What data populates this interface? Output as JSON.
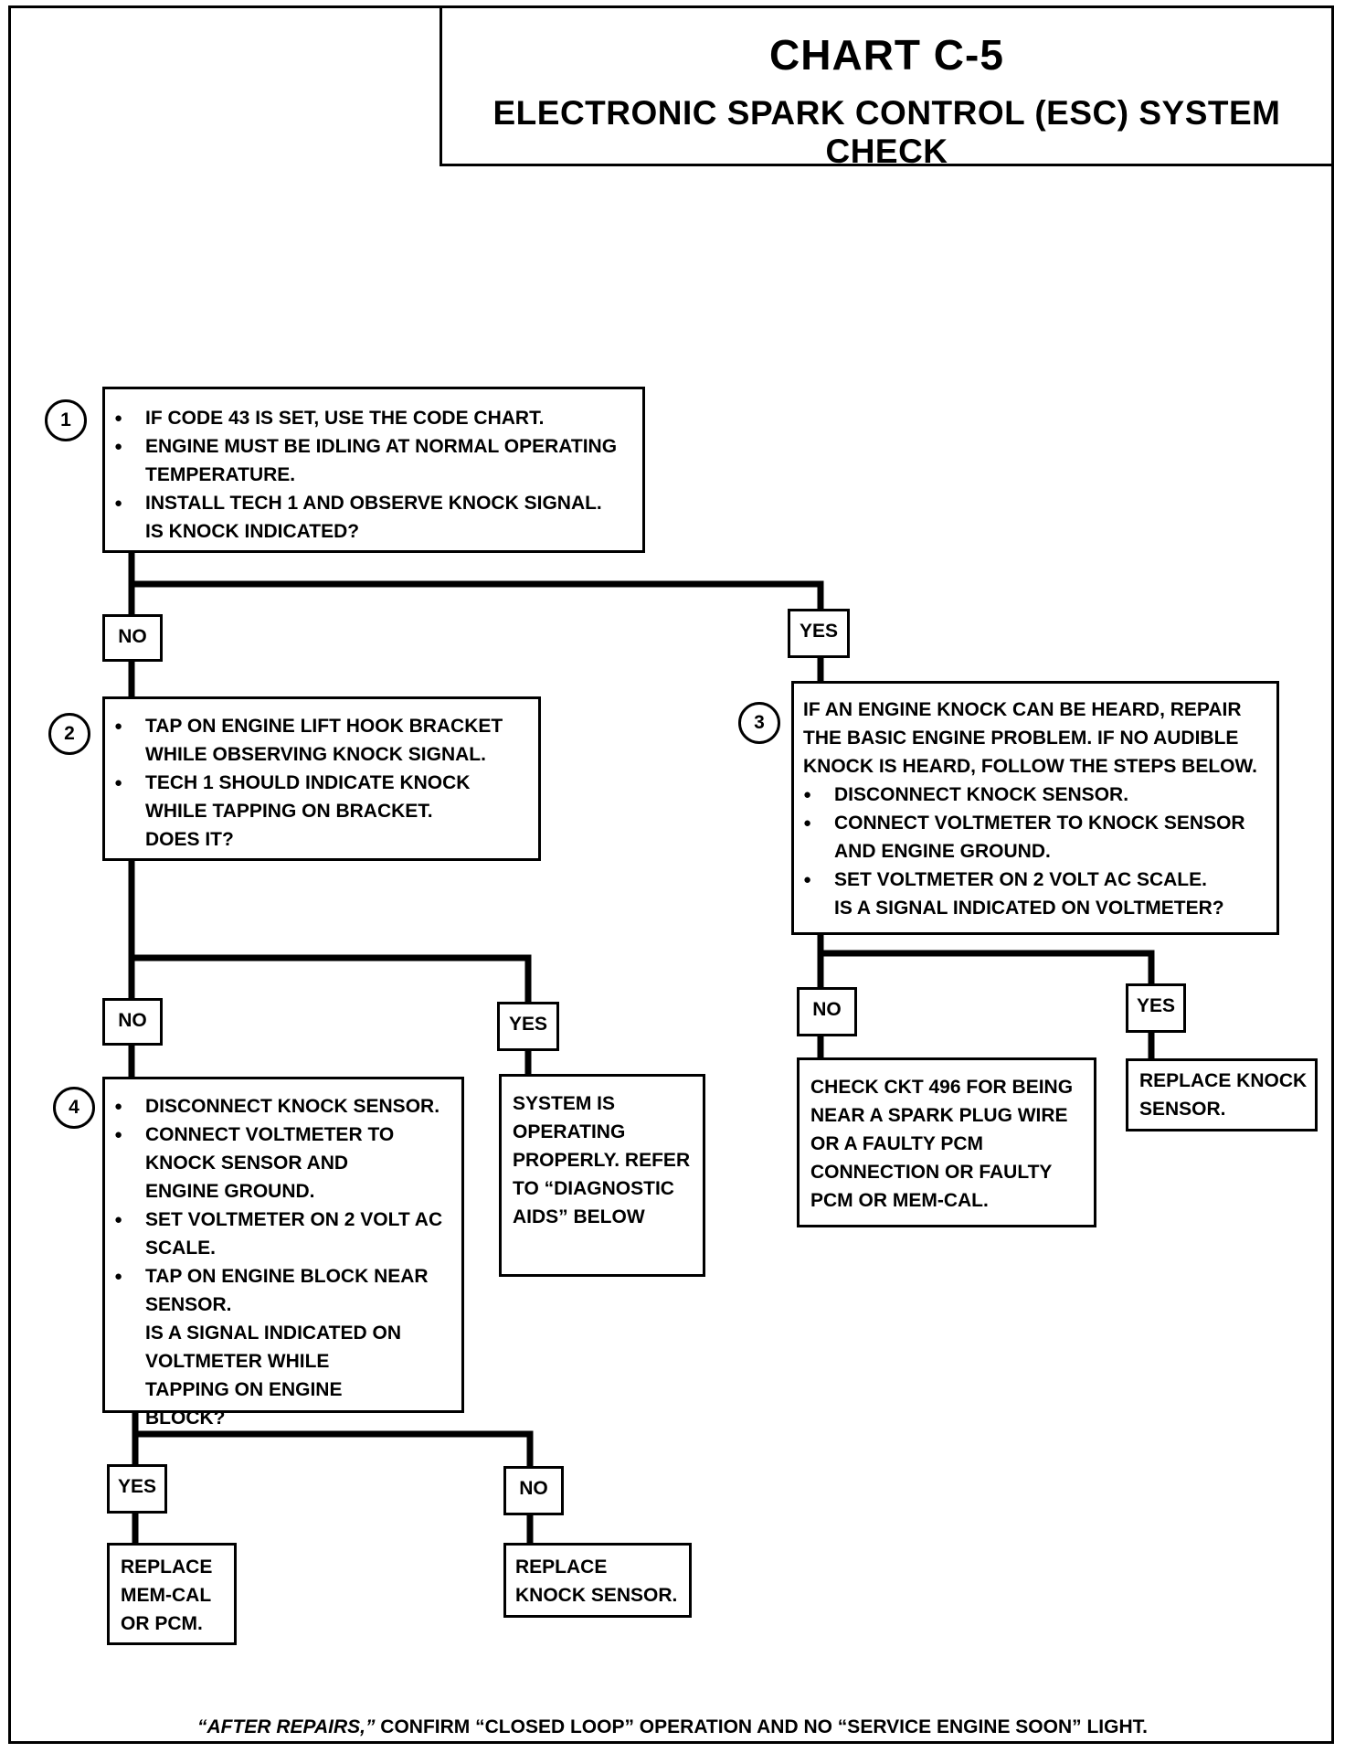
{
  "header": {
    "chart_title": "CHART C-5",
    "subtitle": "ELECTRONIC SPARK CONTROL (ESC) SYSTEM CHECK"
  },
  "steps": [
    {
      "number": "1",
      "bullets": [
        "IF CODE 43 IS SET, USE THE CODE CHART.",
        "ENGINE MUST BE IDLING AT NORMAL OPERATING TEMPERATURE.",
        "INSTALL TECH 1 AND OBSERVE KNOCK SIGNAL."
      ],
      "question": "IS KNOCK INDICATED?"
    },
    {
      "number": "2",
      "bullets": [
        "TAP ON ENGINE LIFT HOOK BRACKET WHILE OBSERVING KNOCK SIGNAL.",
        "TECH 1 SHOULD INDICATE KNOCK WHILE TAPPING ON BRACKET."
      ],
      "question": "DOES IT?"
    },
    {
      "number": "3",
      "intro": "IF AN ENGINE KNOCK CAN BE HEARD, REPAIR THE BASIC ENGINE PROBLEM.  IF NO AUDIBLE KNOCK IS HEARD, FOLLOW THE STEPS BELOW.",
      "bullets": [
        "DISCONNECT KNOCK SENSOR.",
        "CONNECT VOLTMETER TO KNOCK SENSOR AND ENGINE GROUND.",
        "SET VOLTMETER ON 2 VOLT AC SCALE."
      ],
      "question": "IS A SIGNAL INDICATED ON VOLTMETER?"
    },
    {
      "number": "4",
      "bullets": [
        "DISCONNECT KNOCK SENSOR.",
        "CONNECT VOLTMETER TO KNOCK SENSOR AND ENGINE GROUND.",
        "SET VOLTMETER ON 2 VOLT AC SCALE.",
        "TAP ON ENGINE BLOCK NEAR SENSOR."
      ],
      "question": "IS A SIGNAL INDICATED ON VOLTMETER WHILE TAPPING ON ENGINE BLOCK?"
    }
  ],
  "labels": {
    "yes": "YES",
    "no": "NO"
  },
  "results": {
    "system_ok": "SYSTEM IS OPERATING PROPERLY.  REFER TO “DIAGNOSTIC AIDS” BELOW",
    "check_ckt": "CHECK CKT 496 FOR BEING NEAR A SPARK PLUG WIRE OR A FAULTY PCM CONNECTION OR FAULTY PCM OR MEM-CAL.",
    "replace_sensor_right": "REPLACE KNOCK SENSOR.",
    "replace_memcal": "REPLACE MEM-CAL OR PCM.",
    "replace_sensor_bottom": "REPLACE KNOCK SENSOR."
  },
  "footer": {
    "after_repairs": "“AFTER REPAIRS,”",
    "rest": " CONFIRM “CLOSED LOOP” OPERATION AND NO “SERVICE ENGINE SOON” LIGHT."
  }
}
